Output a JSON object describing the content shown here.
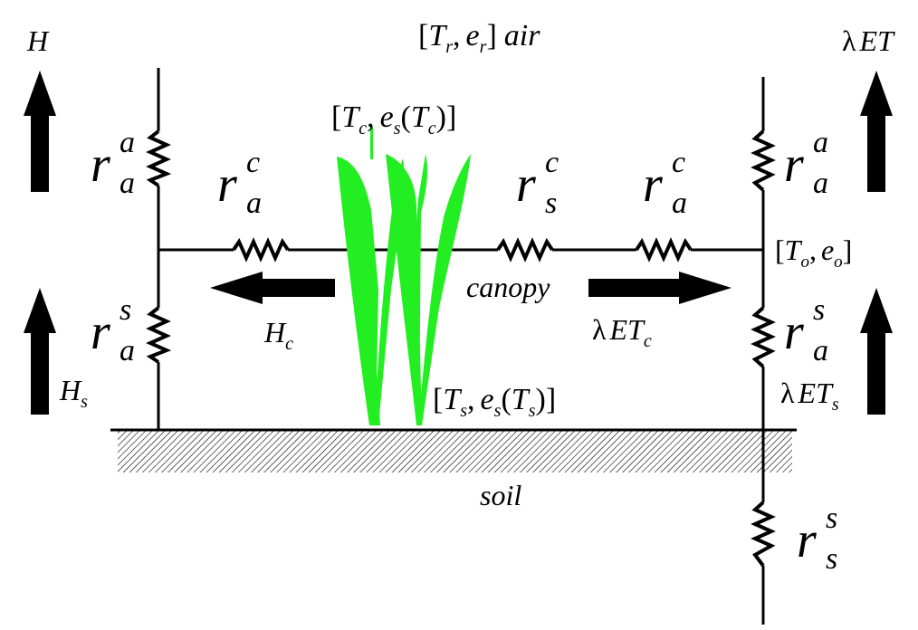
{
  "colors": {
    "line": "#000000",
    "plant": "#22ee22",
    "background": "#ffffff",
    "hatch": "#000000"
  },
  "labels": {
    "air_state": {
      "bracket_open": "[",
      "T": "T",
      "T_sub": "r",
      "comma": ",",
      "e": "e",
      "e_sub": "r",
      "bracket_close": "]",
      "suffix": "air"
    },
    "canopy_state": {
      "open": "[",
      "T": "T",
      "T_sub": "c",
      "comma": ",",
      "e": "e",
      "e_sub": "s",
      "paren_open": "(",
      "Tin": "T",
      "Tin_sub": "c",
      "paren_close": ")",
      "close": "]"
    },
    "soil_state": {
      "open": "[",
      "T": "T",
      "T_sub": "s",
      "comma": ",",
      "e": "e",
      "e_sub": "s",
      "paren_open": "(",
      "Tin": "T",
      "Tin_sub": "s",
      "paren_close": ")",
      "close": "]"
    },
    "node_state": {
      "open": "[",
      "T": "T",
      "T_sub": "o",
      "comma": ",",
      "e": "e",
      "e_sub": "o",
      "close": "]"
    },
    "H": "H",
    "lambda_ET": {
      "lambda": "λ",
      "ET": "ET"
    },
    "H_c": {
      "main": "H",
      "sub": "c"
    },
    "H_s": {
      "main": "H",
      "sub": "s"
    },
    "lambda_ET_c": {
      "lambda": "λ",
      "ET": "ET",
      "sub": "c"
    },
    "lambda_ET_s": {
      "lambda": "λ",
      "ET": "ET",
      "sub": "s"
    },
    "canopy": "canopy",
    "soil": "soil"
  },
  "resistors": {
    "r_aa_left": {
      "r": "r",
      "sup": "a",
      "sub": "a"
    },
    "r_as_left": {
      "r": "r",
      "sup": "s",
      "sub": "a"
    },
    "r_ac_left": {
      "r": "r",
      "sup": "c",
      "sub": "a"
    },
    "r_sc": {
      "r": "r",
      "sup": "c",
      "sub": "s"
    },
    "r_ac_right": {
      "r": "r",
      "sup": "c",
      "sub": "a"
    },
    "r_aa_right": {
      "r": "r",
      "sup": "a",
      "sub": "a"
    },
    "r_as_right": {
      "r": "r",
      "sup": "s",
      "sub": "a"
    },
    "r_ss": {
      "r": "r",
      "sup": "s",
      "sub": "s"
    }
  },
  "icons": [
    "up-arrow",
    "left-arrow",
    "right-arrow",
    "resistor",
    "plant",
    "ground-hatch"
  ]
}
